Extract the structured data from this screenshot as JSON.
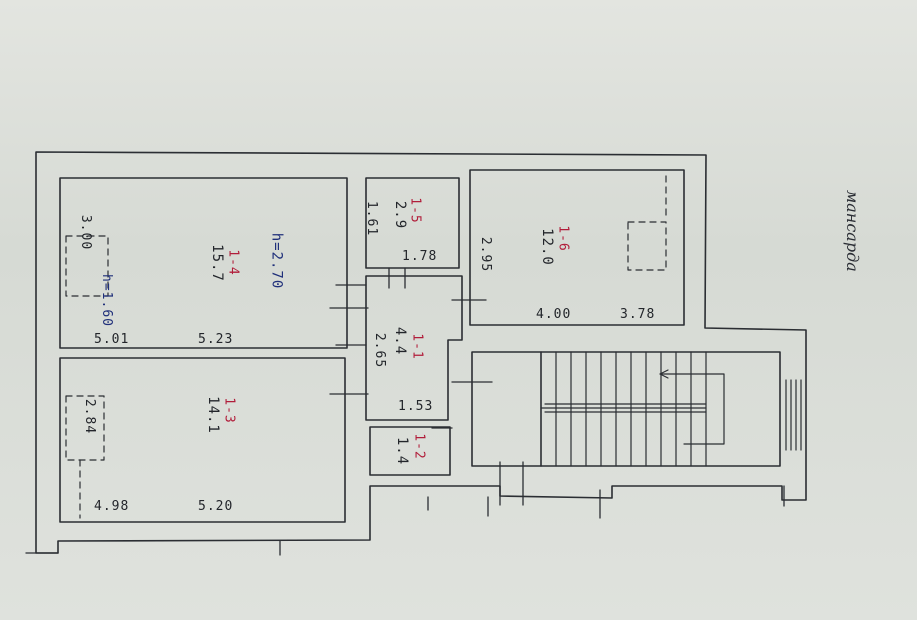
{
  "stamp": "мансарда",
  "rooms": [
    {
      "id": "1-1",
      "area": "4.4",
      "dims": [
        "2.65",
        "1.53"
      ]
    },
    {
      "id": "1-2",
      "area": "1.4"
    },
    {
      "id": "1-3",
      "area": "14.1",
      "dims": [
        "2.84",
        "4.98",
        "5.20"
      ]
    },
    {
      "id": "1-4",
      "area": "15.7",
      "dims": [
        "3.00",
        "5.01",
        "5.23"
      ],
      "height": "h=2.70",
      "height_sub": "h=1.60"
    },
    {
      "id": "1-5",
      "area": "2.9",
      "dims": [
        "1.61",
        "1.78"
      ]
    },
    {
      "id": "1-6",
      "area": "12.0",
      "dims": [
        "2.95",
        "4.00",
        "3.78"
      ]
    }
  ]
}
